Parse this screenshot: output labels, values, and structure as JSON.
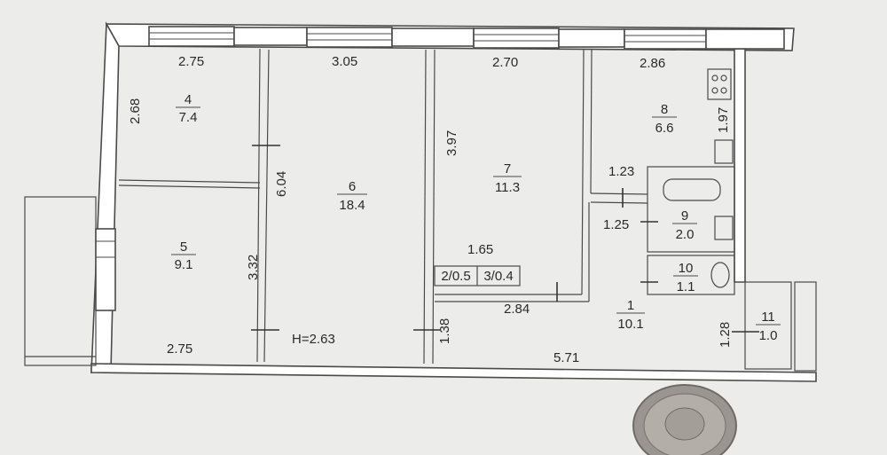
{
  "plan": {
    "ceiling_height": "H=2.63",
    "dimensions": {
      "d_275_top": "2.75",
      "d_305": "3.05",
      "d_270": "2.70",
      "d_286": "2.86",
      "d_268": "2.68",
      "d_604": "6.04",
      "d_397": "3.97",
      "d_197": "1.97",
      "d_123": "1.23",
      "d_125": "1.25",
      "d_165": "1.65",
      "d_332": "3.32",
      "d_284": "2.84",
      "d_138": "1.38",
      "d_128": "1.28",
      "d_275_bottom": "2.75",
      "d_571": "5.71"
    },
    "rooms": [
      {
        "number": "4",
        "area": "7.4"
      },
      {
        "number": "5",
        "area": "9.1"
      },
      {
        "number": "6",
        "area": "18.4"
      },
      {
        "number": "7",
        "area": "11.3"
      },
      {
        "number": "8",
        "area": "6.6"
      },
      {
        "number": "9",
        "area": "2.0"
      },
      {
        "number": "10",
        "area": "1.1"
      },
      {
        "number": "1",
        "area": "10.1"
      },
      {
        "number": "11",
        "area": "1.0"
      }
    ],
    "closets": [
      "2/0.5",
      "3/0.4"
    ]
  }
}
